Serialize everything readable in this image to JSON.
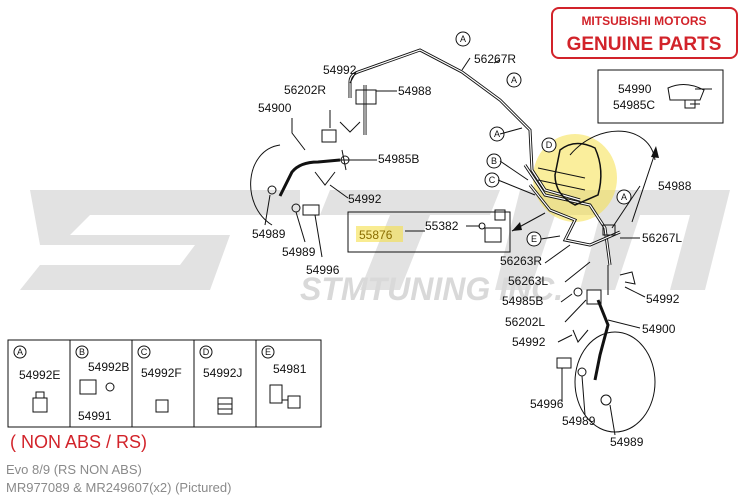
{
  "brand": {
    "line1": "MITSUBISHI MOTORS",
    "line2": "GENUINE PARTS",
    "color": "#d2232a"
  },
  "watermark": {
    "text": "STMTUNING INC.",
    "color": "#d9d9d9"
  },
  "highlight_color": "#f5e04a",
  "parts": {
    "p54992_top": "54992",
    "p56267r": "56267R",
    "p54988_top": "54988",
    "p56202r": "56202R",
    "p54900_left": "54900",
    "p54985b_top": "54985B",
    "p54992_mid": "54992",
    "p54989_a": "54989",
    "p54989_b": "54989",
    "p54996_left": "54996",
    "p55382": "55382",
    "p55876": "55876",
    "p54990": "54990",
    "p54985c": "54985C",
    "p54988_right": "54988",
    "p56267l": "56267L",
    "p56263r": "56263R",
    "p56263l": "56263L",
    "p54985b_bot": "54985B",
    "p54992_right": "54992",
    "p56202l": "56202L",
    "p54900_right": "54900",
    "p54992_bot": "54992",
    "p54996_bot": "54996",
    "p54989_c": "54989",
    "p54989_d": "54989"
  },
  "callouts": {
    "a": "A",
    "b": "B",
    "c": "C",
    "d": "D",
    "e": "E"
  },
  "legend": [
    {
      "letter": "A",
      "parts": [
        "54992E"
      ]
    },
    {
      "letter": "B",
      "parts": [
        "54992B",
        "54991"
      ]
    },
    {
      "letter": "C",
      "parts": [
        "54992F"
      ]
    },
    {
      "letter": "D",
      "parts": [
        "54992J"
      ]
    },
    {
      "letter": "E",
      "parts": [
        "54981"
      ]
    }
  ],
  "note": "( NON ABS / RS)",
  "caption": {
    "line1": "Evo 8/9 (RS NON ABS)",
    "line2": "MR977089 & MR249607(x2)  (Pictured)"
  }
}
